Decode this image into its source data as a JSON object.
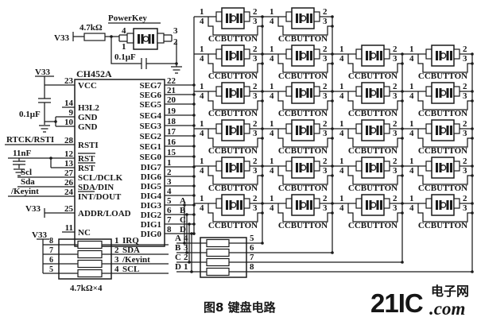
{
  "power_key": {
    "v33": "V33",
    "resistor": "4.7kΩ",
    "label": "PowerKey",
    "pin4": "4",
    "pin1": "1",
    "pin3": "3",
    "pin2": "2",
    "cap": "0.1μF"
  },
  "chip": {
    "name": "CH452A",
    "left_pins": [
      {
        "num": "23",
        "name": "VCC"
      },
      {
        "num": "14",
        "name": "H3L2"
      },
      {
        "num": "9",
        "name": "GND"
      },
      {
        "num": "10",
        "name": "GND"
      },
      {
        "num": "28",
        "name": "RSTI"
      },
      {
        "num": "12",
        "name": "RST",
        "overline": true
      },
      {
        "num": "13",
        "name": "RST",
        "overline": true
      },
      {
        "num": "27",
        "name": "SCL/DCLK"
      },
      {
        "num": "26",
        "name": "SDA/DIN"
      },
      {
        "num": "24",
        "name": "INT/DOUT",
        "overline": true
      },
      {
        "num": "25",
        "name": "ADDR/LOAD"
      },
      {
        "num": "11",
        "name": "NC"
      }
    ],
    "right_pins": [
      {
        "name": "SEG7",
        "num": "22"
      },
      {
        "name": "SEG6",
        "num": "21"
      },
      {
        "name": "SEG5",
        "num": "20"
      },
      {
        "name": "SEG4",
        "num": "19"
      },
      {
        "name": "SEG3",
        "num": "18"
      },
      {
        "name": "SEG2",
        "num": "17"
      },
      {
        "name": "SEG1",
        "num": "16"
      },
      {
        "name": "SEG0",
        "num": "15"
      },
      {
        "name": "DIG7",
        "num": "1"
      },
      {
        "name": "DIG6",
        "num": "2"
      },
      {
        "name": "DIG5",
        "num": "3"
      },
      {
        "name": "DIG4",
        "num": "4"
      },
      {
        "name": "DIG3",
        "num": "5",
        "tag": "A"
      },
      {
        "name": "DIG2",
        "num": "6",
        "tag": "B"
      },
      {
        "name": "DIG1",
        "num": "7",
        "tag": "C"
      },
      {
        "name": "DIG0",
        "num": "8",
        "tag": "D"
      }
    ]
  },
  "left_rail": {
    "v33_top": "V33",
    "cap1": "0.1μF",
    "rtck": "RTCK/RSTI",
    "cap2": "11nF",
    "scl": "Scl",
    "sda": "Sda",
    "keyint": "/Keyint",
    "v33_addr": "V33"
  },
  "pullup_pack": {
    "v33": "V33",
    "left_pins": [
      "8",
      "7",
      "6",
      "5"
    ],
    "rows": [
      {
        "num": "1",
        "name": "IRQ"
      },
      {
        "num": "2",
        "name": "SDA"
      },
      {
        "num": "3",
        "name": "/Keyint"
      },
      {
        "num": "4",
        "name": "SCL"
      }
    ],
    "value": "4.7kΩ×4"
  },
  "row_pack": {
    "rows": [
      {
        "tag": "A",
        "num": "4"
      },
      {
        "tag": "B",
        "num": "3"
      },
      {
        "tag": "C",
        "num": "2"
      },
      {
        "tag": "D",
        "num": "1"
      }
    ],
    "outputs": [
      "5",
      "6",
      "7",
      "8"
    ]
  },
  "matrix": {
    "label": "CCBUTTON",
    "pin1": "1",
    "pin2": "2",
    "pin3": "3",
    "pin4": "4"
  },
  "caption": "图8  键盘电路",
  "watermark": {
    "brand": "21IC",
    "cn": "电子网",
    "com": ".com",
    "brand_color": "#e5878b",
    "cn_color": "#f0b2b4",
    "com_color": "#eba4a8"
  }
}
